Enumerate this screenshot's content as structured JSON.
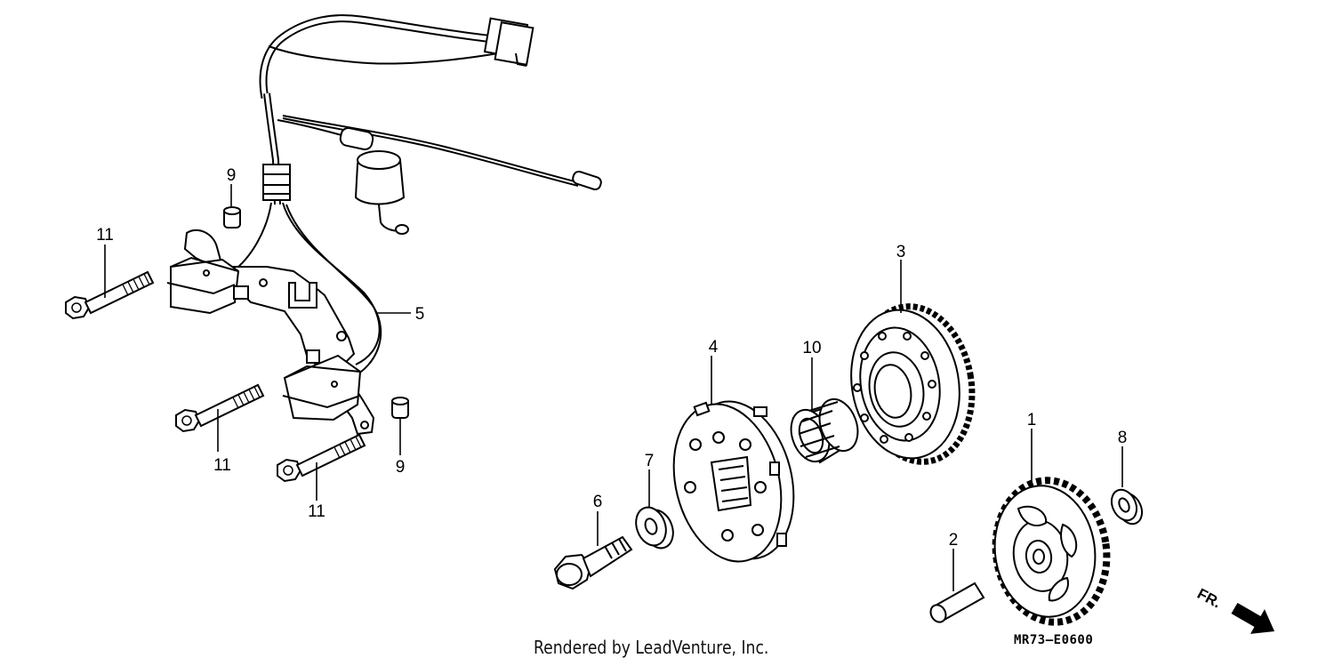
{
  "callouts": [
    {
      "id": "1",
      "text": "1"
    },
    {
      "id": "2",
      "text": "2"
    },
    {
      "id": "3",
      "text": "3"
    },
    {
      "id": "4",
      "text": "4"
    },
    {
      "id": "5",
      "text": "5"
    },
    {
      "id": "6",
      "text": "6"
    },
    {
      "id": "7",
      "text": "7"
    },
    {
      "id": "8",
      "text": "8"
    },
    {
      "id": "9a",
      "text": "9"
    },
    {
      "id": "9b",
      "text": "9"
    },
    {
      "id": "10",
      "text": "10"
    },
    {
      "id": "11a",
      "text": "11"
    },
    {
      "id": "11b",
      "text": "11"
    },
    {
      "id": "11c",
      "text": "11"
    }
  ],
  "footer": {
    "credit": "Rendered by LeadVenture, Inc.",
    "diagram_code": "MR73—E0600"
  },
  "direction": {
    "label": "FR.",
    "icon": "arrow-right-down-icon"
  }
}
